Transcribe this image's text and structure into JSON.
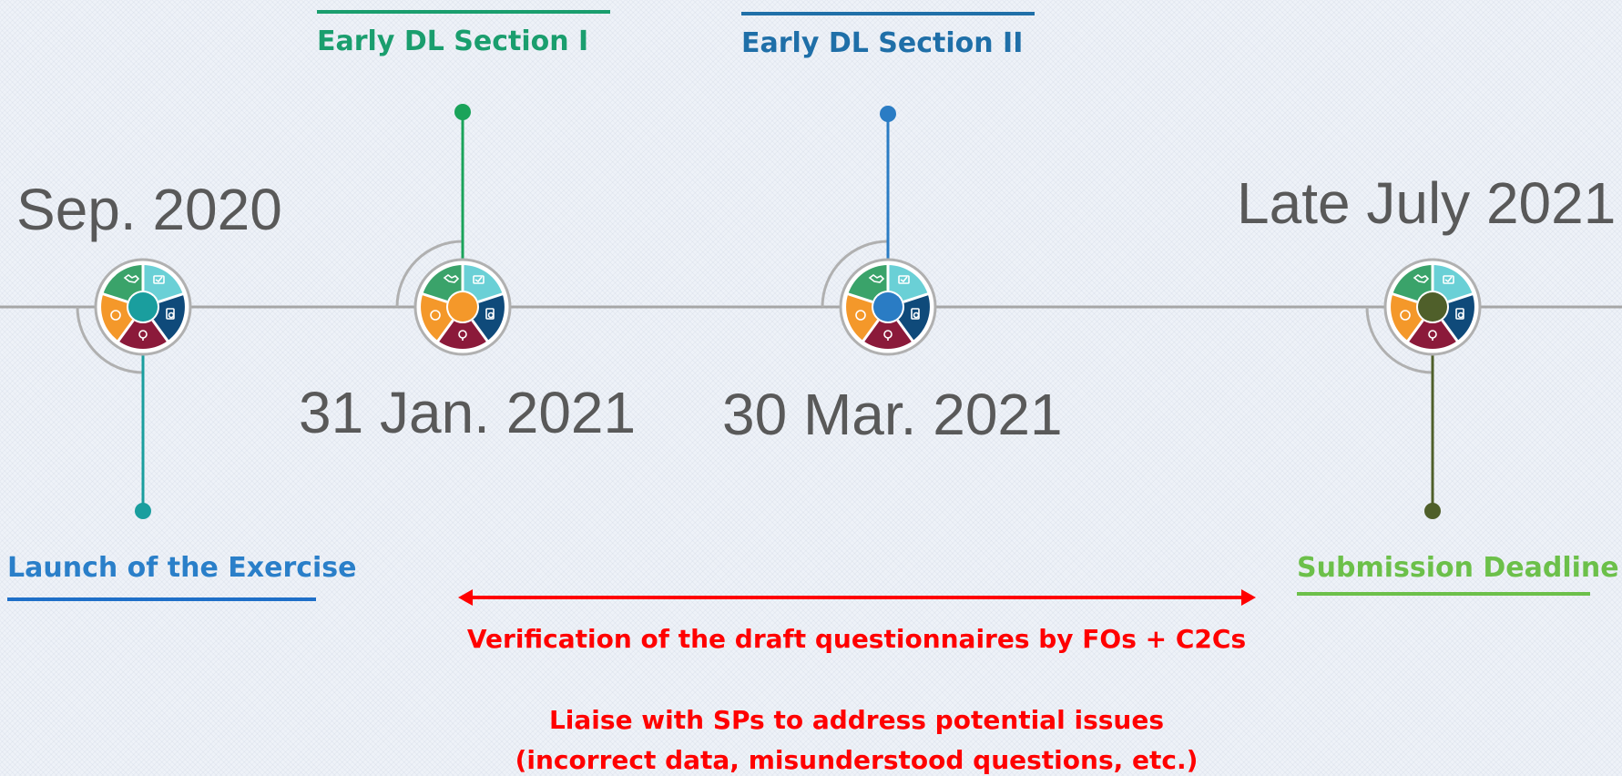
{
  "milestones": [
    {
      "date": "Sep. 2020",
      "label": "Launch of the Exercise",
      "color": "#1a9e9e",
      "label_color": "#2a7fc9",
      "bar_color": "#1e6fc8",
      "direction": "down"
    },
    {
      "date": "31 Jan. 2021",
      "label": "Early DL Section I",
      "color": "#1aa35a",
      "label_color": "#1a9e6e",
      "bar_color": "#1a9e6e",
      "direction": "up"
    },
    {
      "date": "30 Mar. 2021",
      "label": "Early DL Section II",
      "color": "#2a7cc4",
      "label_color": "#1f6fa8",
      "bar_color": "#1f6fa8",
      "direction": "up"
    },
    {
      "date": "Late July 2021",
      "label": "Submission Deadline",
      "color": "#4f5f2a",
      "label_color": "#6cc04a",
      "bar_color": "#6cc04a",
      "direction": "down"
    }
  ],
  "notes": {
    "verification": "Verification of the draft questionnaires by FOs + C2Cs",
    "liaise_line1": "Liaise with SPs to address potential issues",
    "liaise_line2": "(incorrect data, misunderstood questions, etc.)"
  },
  "colors": {
    "timeline": "#a6a6a6",
    "arrow": "#ff0000",
    "date_text": "#595959"
  },
  "icons": [
    "world-map-icon",
    "checkmark-screen-icon",
    "document-search-icon",
    "lightbulb-icon",
    "gear-refresh-icon"
  ]
}
